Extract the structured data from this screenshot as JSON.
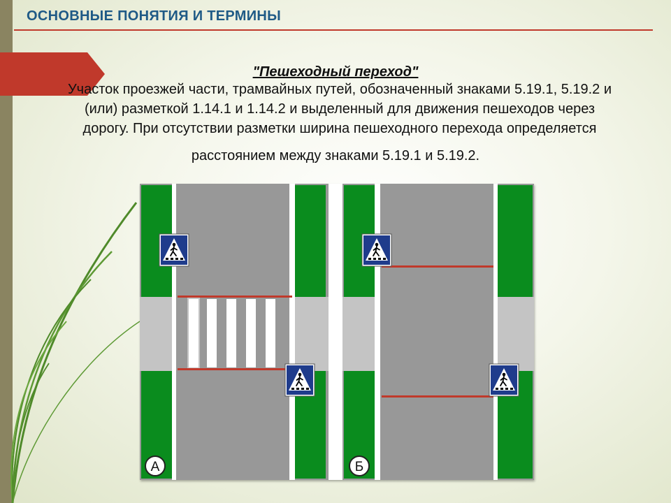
{
  "slide": {
    "title": "ОСНОВНЫЕ ПОНЯТИЯ И ТЕРМИНЫ",
    "heading": "\"Пешеходный переход\"",
    "body_lines": [
      "Участок проезжей части, трамвайных путей, обозначенный знаками 5.19.1, 5.19.2 и",
      "(или) разметкой 1.14.1 и 1.14.2 и выделенный для движения пешеходов через",
      "дорогу. При отсутствии разметки ширина пешеходного перехода определяется"
    ],
    "body_last": "расстоянием между знаками 5.19.1 и 5.19.2."
  },
  "diagram": {
    "label_a": "А",
    "label_b": "Б",
    "colors": {
      "grass": "#0a8c1e",
      "road": "#989898",
      "sidewalk": "#c4c4c4",
      "stripe": "#ffffff",
      "red_line": "#c0392b",
      "sign_blue": "#1f3c8c"
    },
    "sign_icon": "pedestrian-crossing-sign-icon"
  },
  "theme": {
    "title_color": "#1f5a86",
    "accent": "#c0392b",
    "tab_color": "#c0392b"
  }
}
